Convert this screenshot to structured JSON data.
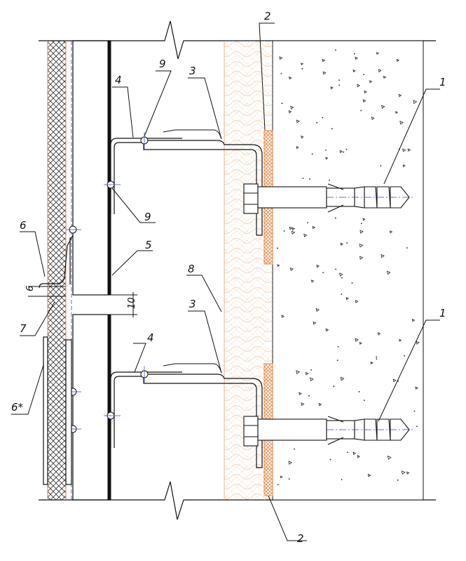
{
  "callouts": {
    "c1_upper": "1",
    "c1_lower": "1",
    "c2_upper": "2",
    "c2_lower": "2",
    "c3_upper": "3",
    "c3_lower": "3",
    "c4_upper": "4",
    "c4_lower": "4",
    "c5": "5",
    "c6": "6",
    "c6_star": "6*",
    "c7": "7",
    "c8": "8",
    "c9_upper": "9",
    "c9_lower": "9"
  },
  "dimensions": {
    "gap_small": "6",
    "gap_panels": "10"
  },
  "colors": {
    "line": "#111111",
    "hatch_orange": "#e8864a",
    "insulation_orange": "#f0b888",
    "centerline_blue": "#3344cc",
    "concrete_dot": "#222222"
  }
}
